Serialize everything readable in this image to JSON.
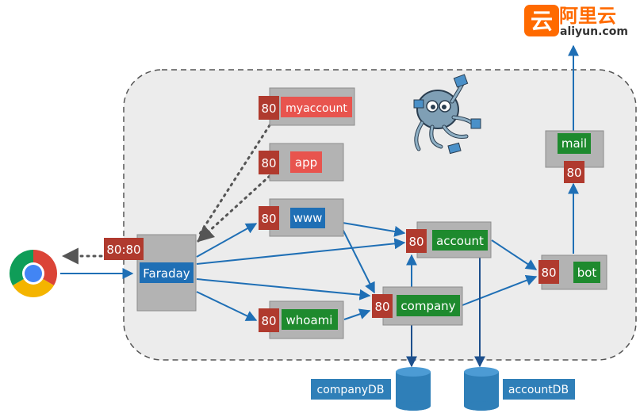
{
  "brand": {
    "logo_glyph": "云",
    "name_cn": "阿里云",
    "domain": "aliyun.com",
    "color": "#ff6a00"
  },
  "ports": {
    "gateway": "80:80",
    "myaccount": "80",
    "app": "80",
    "www": "80",
    "whoami": "80",
    "account": "80",
    "company": "80",
    "bot": "80",
    "mail": "80"
  },
  "services": {
    "faraday": "Faraday",
    "myaccount": "myaccount",
    "app": "app",
    "www": "www",
    "whoami": "whoami",
    "account": "account",
    "company": "company",
    "bot": "bot",
    "mail": "mail"
  },
  "databases": {
    "company": "companyDB",
    "account": "accountDB"
  },
  "icons": {
    "browser": "chrome-icon",
    "compose": "docker-compose-octopus-icon",
    "database": "database-cylinder-icon",
    "cloud": "aliyun-logo"
  },
  "colors": {
    "port": "#b03a2e",
    "green_label": "#1e8a2e",
    "blue_label": "#1f6fb5",
    "red_label": "#e8544e",
    "service_box": "#b3b3b3",
    "cluster_bg": "#ececec",
    "arrow": "#1f6fb5",
    "db": "#2f7fb8"
  }
}
